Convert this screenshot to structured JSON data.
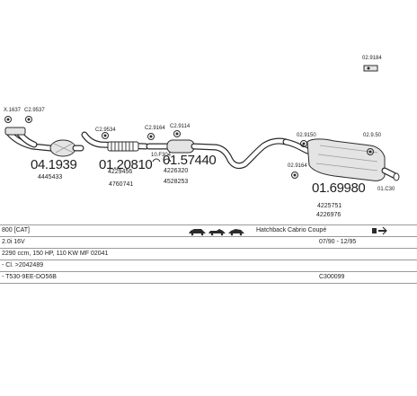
{
  "parts": [
    {
      "id": "p1",
      "number": "04.1939",
      "codes": [
        "4445433"
      ],
      "clamps": [
        "X.1637",
        "C2.9537"
      ]
    },
    {
      "id": "p2",
      "number": "01.20810",
      "codes": [
        "4229456",
        "4760741"
      ],
      "clamps": [
        "C2.9534"
      ]
    },
    {
      "id": "p3",
      "number": "01.57440",
      "codes": [
        "4226320",
        "4528253"
      ],
      "clamps": [
        "C2.9164",
        "C2.9114",
        "10.F304"
      ]
    },
    {
      "id": "p4",
      "number": "01.69980",
      "codes": [
        "4225751",
        "4226976"
      ],
      "clamps": [
        "02.9150",
        "02.9164",
        "02.9.50",
        "02.9184",
        "01.C30"
      ]
    }
  ],
  "table": {
    "row1": {
      "engine": "800  [CAT]",
      "body": "Hatchback Cabrio Coupé"
    },
    "row2": {
      "spec": "2.0i 16V",
      "dates": "07/90 - 12/95"
    },
    "row3": {
      "spec": "2290 ccm, 150 HP, 110 KW MF 02041"
    },
    "row4": {
      "spec": "- Cl. >2042489"
    },
    "row5": {
      "spec": "- T530-9EE-DO56B",
      "code": "C300099"
    }
  },
  "icons": {
    "car_silhouettes": [
      "hatchback-icon",
      "cabrio-icon",
      "coupe-icon"
    ],
    "pipe_icon": "exhaust-pipe-icon",
    "line_color": "#2b2b2b",
    "fill_color": "#e4e4e4"
  }
}
